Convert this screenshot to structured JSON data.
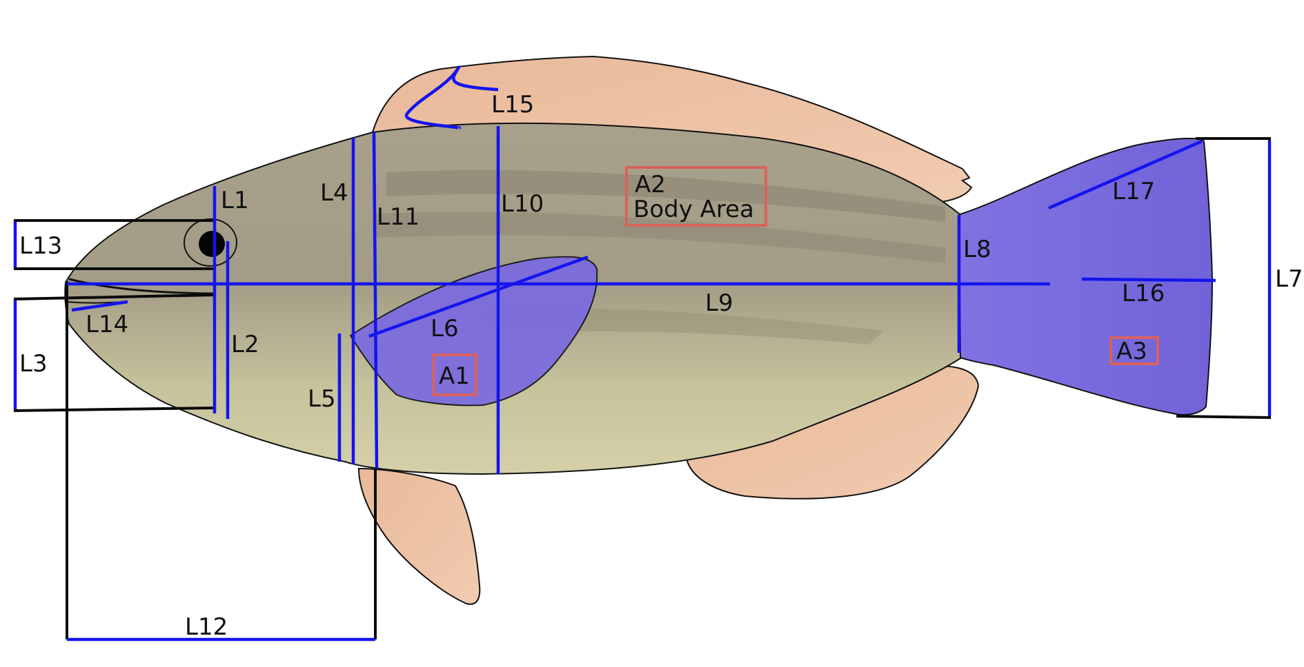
{
  "measurements": [
    {
      "id": "L1",
      "label": "L1"
    },
    {
      "id": "L2",
      "label": "L2"
    },
    {
      "id": "L3",
      "label": "L3"
    },
    {
      "id": "L4",
      "label": "L4"
    },
    {
      "id": "L5",
      "label": "L5"
    },
    {
      "id": "L6",
      "label": "L6"
    },
    {
      "id": "L7",
      "label": "L7"
    },
    {
      "id": "L8",
      "label": "L8"
    },
    {
      "id": "L9",
      "label": "L9"
    },
    {
      "id": "L10",
      "label": "L10"
    },
    {
      "id": "L11",
      "label": "L11"
    },
    {
      "id": "L12",
      "label": "L12"
    },
    {
      "id": "L13",
      "label": "L13"
    },
    {
      "id": "L14",
      "label": "L14"
    },
    {
      "id": "L15",
      "label": "L15"
    },
    {
      "id": "L16",
      "label": "L16"
    },
    {
      "id": "L17",
      "label": "L17"
    }
  ],
  "areas": [
    {
      "id": "A1",
      "label": "A1"
    },
    {
      "id": "A2",
      "label": "A2",
      "caption": "Body Area"
    },
    {
      "id": "A3",
      "label": "A3"
    }
  ],
  "colors": {
    "measurement_line": "#1414ee",
    "reference_bracket": "#0a0a0a",
    "area_box": "#d9625d",
    "body": "#b5ae8f",
    "fins": "#ecbc9c",
    "highlight_area": "#7a6ae0"
  }
}
